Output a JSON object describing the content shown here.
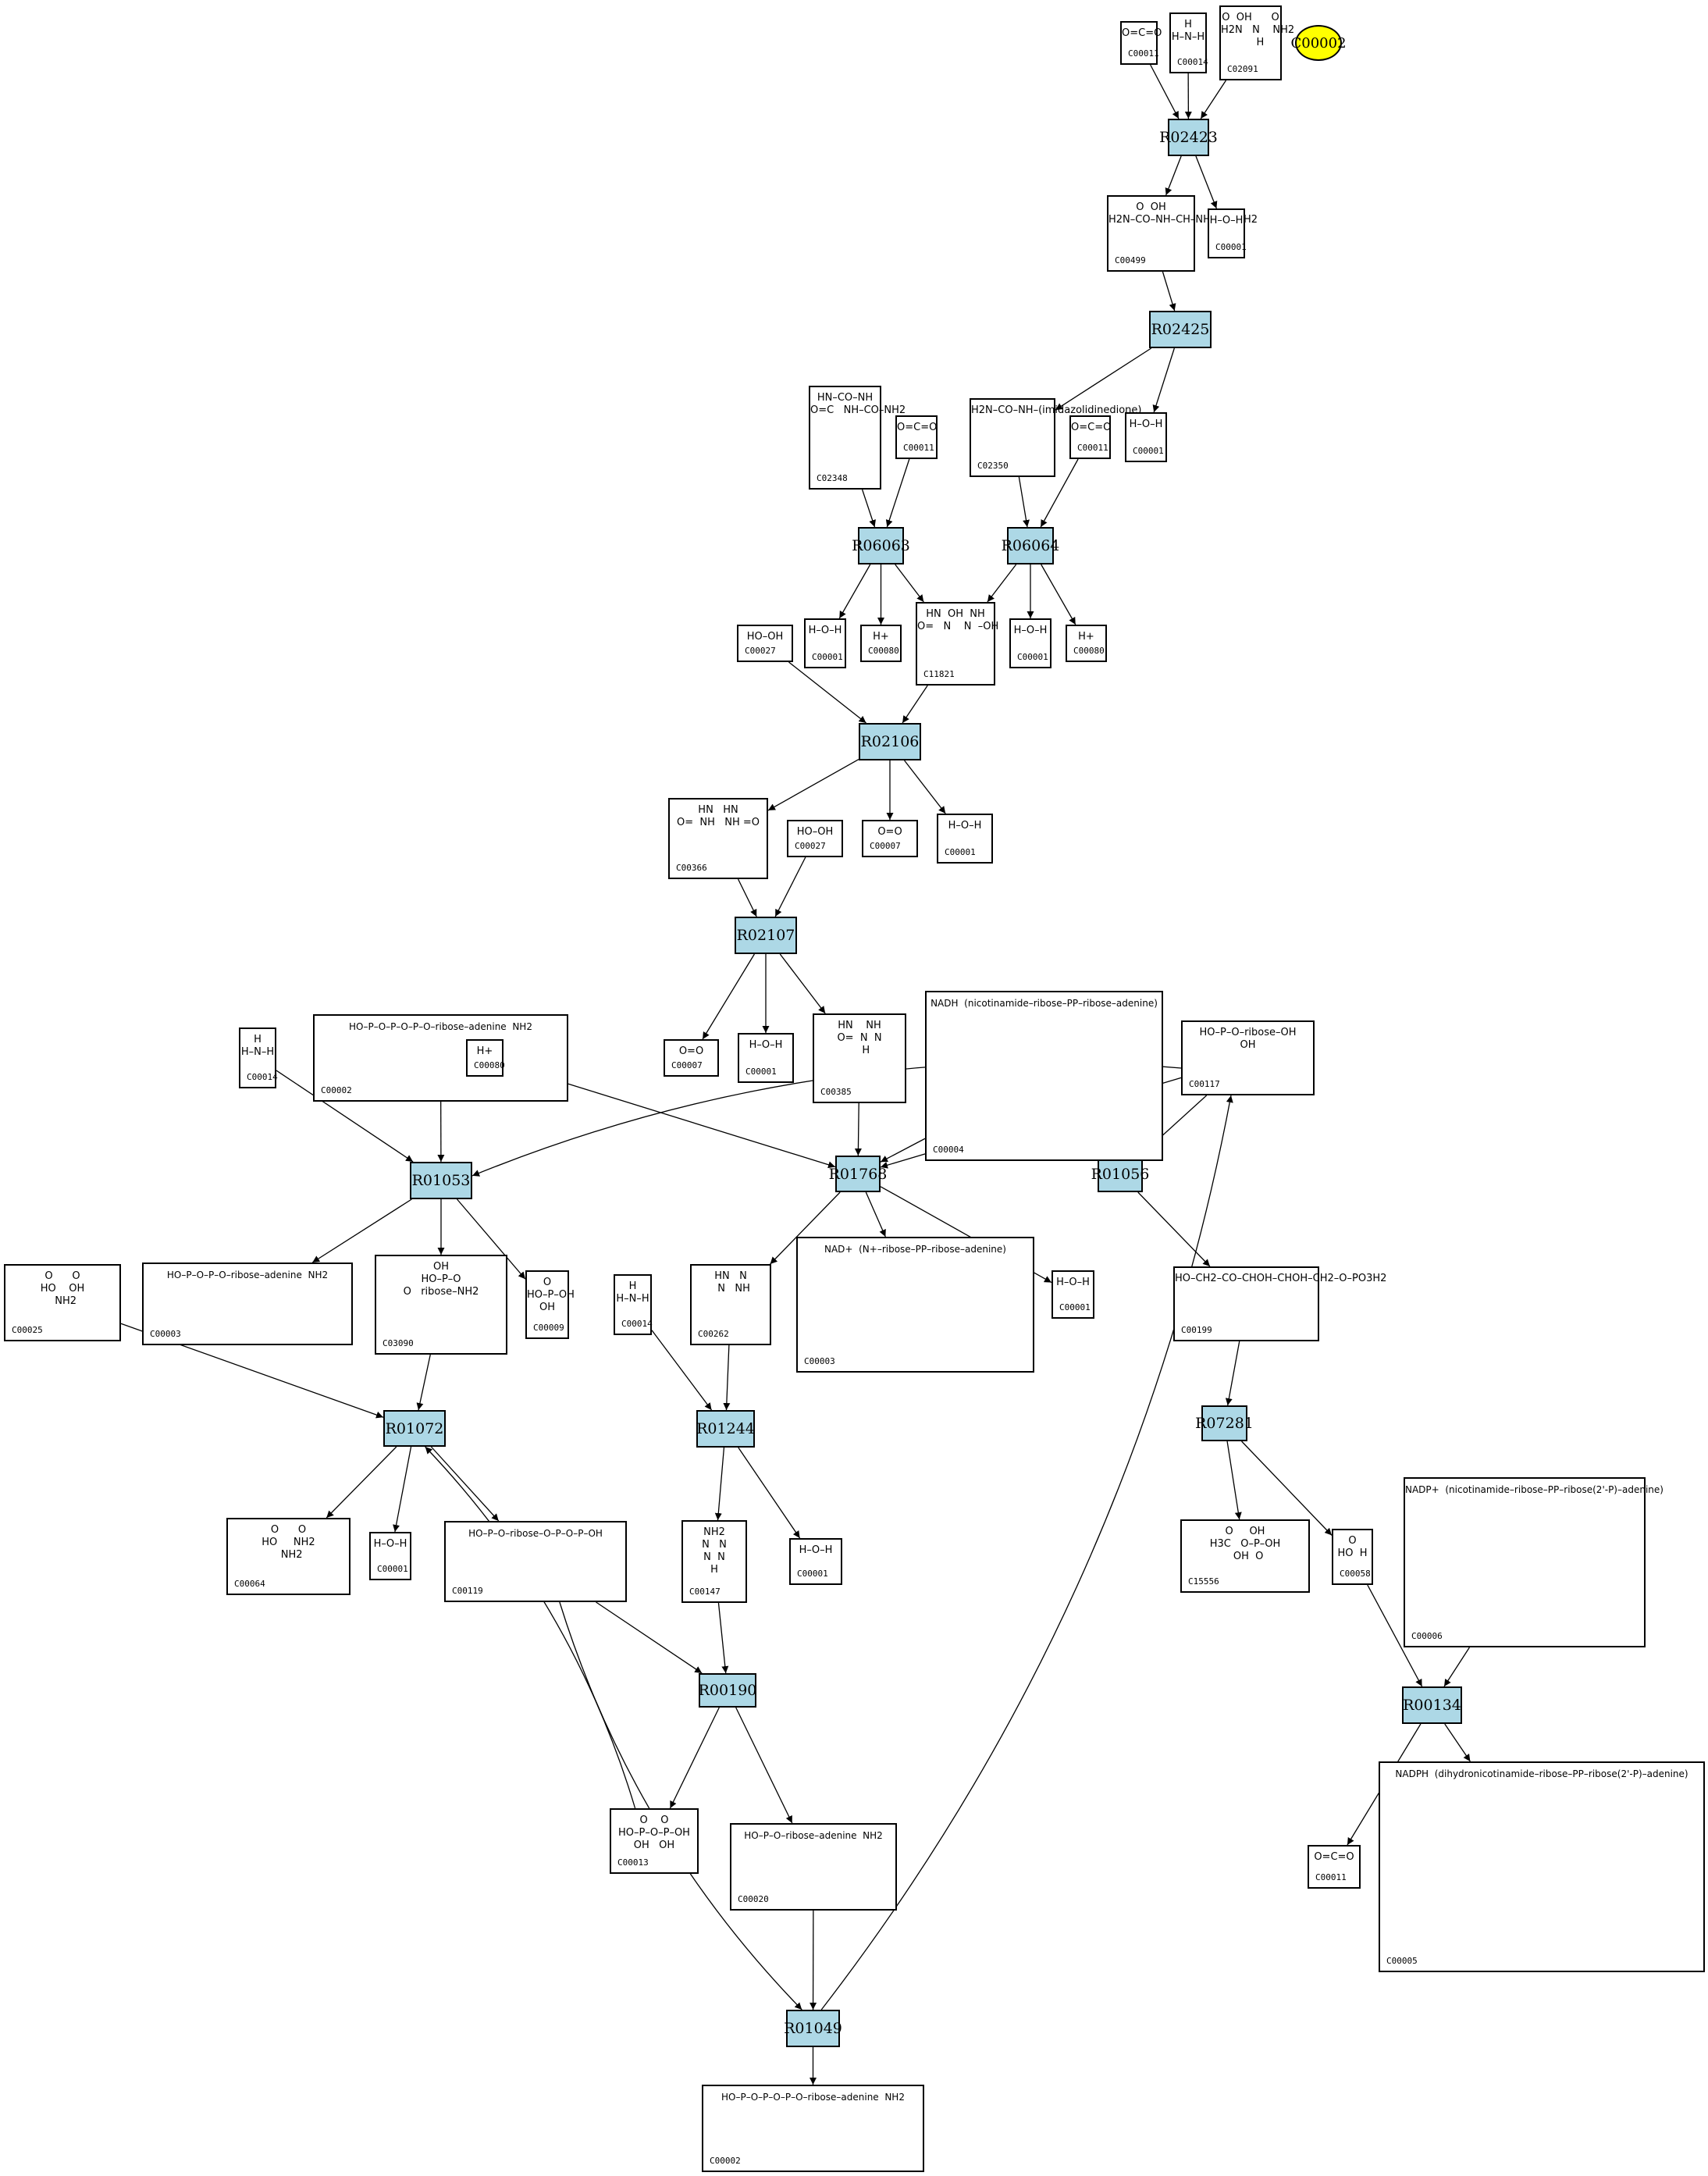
{
  "title": "KEGG pathway graph (purine metabolism fragment)",
  "colors": {
    "reaction_fill": "#add8e6",
    "highlight_fill": "#ffff00",
    "compound_fill": "#ffffff",
    "edge": "#000000"
  },
  "highlight": {
    "id": "hl",
    "label": "C00002"
  },
  "reactions": [
    {
      "id": "R02423",
      "label": "R02423"
    },
    {
      "id": "R02425",
      "label": "R02425"
    },
    {
      "id": "R06063",
      "label": "R06063"
    },
    {
      "id": "R06064",
      "label": "R06064"
    },
    {
      "id": "R02106",
      "label": "R02106"
    },
    {
      "id": "R02107",
      "label": "R02107"
    },
    {
      "id": "R01053",
      "label": "R01053"
    },
    {
      "id": "R01768",
      "label": "R01768"
    },
    {
      "id": "R01056",
      "label": "R01056"
    },
    {
      "id": "R01072",
      "label": "R01072"
    },
    {
      "id": "R01244",
      "label": "R01244"
    },
    {
      "id": "R07281",
      "label": "R07281"
    },
    {
      "id": "R00190",
      "label": "R00190"
    },
    {
      "id": "R00134",
      "label": "R00134"
    },
    {
      "id": "R01049",
      "label": "R01049"
    }
  ],
  "compounds": [
    {
      "id": "c1",
      "label": "C00011",
      "formula": "O=C=O"
    },
    {
      "id": "c2",
      "label": "C00014",
      "formula": "H\nH–N–H"
    },
    {
      "id": "c3",
      "label": "C02091",
      "formula": "O  OH      O\nH2N   N    NH2\n      H"
    },
    {
      "id": "c4",
      "label": "C00499",
      "formula": "O  OH\nH2N–CO–NH–CH–NH–CO–NH2"
    },
    {
      "id": "c5",
      "label": "C00001",
      "formula": "H–O–H"
    },
    {
      "id": "c6",
      "label": "C02350",
      "formula": "H2N–CO–NH–(imidazolidinedione)"
    },
    {
      "id": "c7",
      "label": "C00011",
      "formula": "O=C=O"
    },
    {
      "id": "c8",
      "label": "C00001",
      "formula": "H–O–H"
    },
    {
      "id": "c9",
      "label": "C02348",
      "formula": "HN–CO–NH\nO=C   NH–CO–NH2"
    },
    {
      "id": "c10",
      "label": "C00011",
      "formula": "O=C=O"
    },
    {
      "id": "c11",
      "label": "C00001",
      "formula": "H–O–H"
    },
    {
      "id": "c12",
      "label": "C00080",
      "formula": "H+"
    },
    {
      "id": "c13",
      "label": "C11821",
      "formula": "HN  OH  NH\nO=   N    N  –OH"
    },
    {
      "id": "c14",
      "label": "C00001",
      "formula": "H–O–H"
    },
    {
      "id": "c15",
      "label": "C00080",
      "formula": "H+"
    },
    {
      "id": "c16",
      "label": "C00027",
      "formula": "HO–OH"
    },
    {
      "id": "c17",
      "label": "C00366",
      "formula": "HN   HN\nO=  NH   NH =O"
    },
    {
      "id": "c18",
      "label": "C00027",
      "formula": "HO–OH"
    },
    {
      "id": "c19",
      "label": "C00007",
      "formula": "O=O"
    },
    {
      "id": "c20",
      "label": "C00001",
      "formula": "H–O–H"
    },
    {
      "id": "c21",
      "label": "C00007",
      "formula": "O=O"
    },
    {
      "id": "c22",
      "label": "C00001",
      "formula": "H–O–H"
    },
    {
      "id": "c23",
      "label": "C00385",
      "formula": "HN    NH\nO=  N  N\n    H"
    },
    {
      "id": "c24",
      "label": "C00004",
      "formula": "NADH  (nicotinamide–ribose–PP–ribose–adenine)"
    },
    {
      "id": "c25",
      "label": "C00117",
      "formula": "HO–P–O–ribose–OH\nOH"
    },
    {
      "id": "c26",
      "label": "C00014",
      "formula": "H\nH–N–H"
    },
    {
      "id": "c27",
      "label": "C00002",
      "formula": "HO–P–O–P–O–P–O–ribose–adenine  NH2"
    },
    {
      "id": "c28",
      "label": "C00080",
      "formula": "H+"
    },
    {
      "id": "c29",
      "label": "C00003",
      "formula": "HO–P–O–P–O–ribose–adenine  NH2"
    },
    {
      "id": "c30",
      "label": "C03090",
      "formula": "OH\nHO–P–O\nO   ribose–NH2"
    },
    {
      "id": "c31",
      "label": "C00009",
      "formula": "O\nHO–P–OH\nOH"
    },
    {
      "id": "c32",
      "label": "C00014",
      "formula": "H\nH–N–H"
    },
    {
      "id": "c33",
      "label": "C00262",
      "formula": "HN   N\n  N   NH"
    },
    {
      "id": "c34",
      "label": "C00003",
      "formula": "NAD+  (N+–ribose–PP–ribose–adenine)"
    },
    {
      "id": "c35",
      "label": "C00001",
      "formula": "H–O–H"
    },
    {
      "id": "c36",
      "label": "C00199",
      "formula": "HO–CH2–CO–CHOH–CHOH–CH2–O–PO3H2"
    },
    {
      "id": "c37",
      "label": "C00025",
      "formula": "O      O\nHO    OH\n  NH2"
    },
    {
      "id": "c38",
      "label": "C00064",
      "formula": "O      O\nHO     NH2\n  NH2"
    },
    {
      "id": "c39",
      "label": "C00001",
      "formula": "H–O–H"
    },
    {
      "id": "c40",
      "label": "C00119",
      "formula": "HO–P–O–ribose–O–P–O–P–OH"
    },
    {
      "id": "c41",
      "label": "C00147",
      "formula": "NH2\nN   N\nN  N\nH"
    },
    {
      "id": "c42",
      "label": "C00001",
      "formula": "H–O–H"
    },
    {
      "id": "c43",
      "label": "C15556",
      "formula": "O     OH\nH3C   O–P–OH\n  OH  O"
    },
    {
      "id": "c44",
      "label": "C00058",
      "formula": "O\nHO  H"
    },
    {
      "id": "c45",
      "label": "C00006",
      "formula": "NADP+  (nicotinamide–ribose–PP–ribose(2'-P)–adenine)"
    },
    {
      "id": "c46",
      "label": "C00013",
      "formula": "O    O\nHO–P–O–P–OH\nOH   OH"
    },
    {
      "id": "c47",
      "label": "C00020",
      "formula": "HO–P–O–ribose–adenine  NH2"
    },
    {
      "id": "c48",
      "label": "C00011",
      "formula": "O=C=O"
    },
    {
      "id": "c49",
      "label": "C00005",
      "formula": "NADPH  (dihydronicotinamide–ribose–PP–ribose(2'-P)–adenine)"
    },
    {
      "id": "c50",
      "label": "C00002",
      "formula": "HO–P–O–P–O–P–O–ribose–adenine  NH2"
    }
  ],
  "edges": [
    [
      "c1",
      "R02423"
    ],
    [
      "c2",
      "R02423"
    ],
    [
      "c3",
      "R02423"
    ],
    [
      "R02423",
      "c4"
    ],
    [
      "R02423",
      "c5"
    ],
    [
      "c4",
      "R02425"
    ],
    [
      "R02425",
      "c6"
    ],
    [
      "R02425",
      "c8"
    ],
    [
      "c9",
      "R06063"
    ],
    [
      "c10",
      "R06063"
    ],
    [
      "c6",
      "R06064"
    ],
    [
      "c7",
      "R06064"
    ],
    [
      "R06063",
      "c11"
    ],
    [
      "R06063",
      "c12"
    ],
    [
      "R06063",
      "c13"
    ],
    [
      "R06064",
      "c13"
    ],
    [
      "R06064",
      "c14"
    ],
    [
      "R06064",
      "c15"
    ],
    [
      "c16",
      "R02106"
    ],
    [
      "c13",
      "R02106"
    ],
    [
      "R02106",
      "c17"
    ],
    [
      "R02106",
      "c19"
    ],
    [
      "R02106",
      "c20"
    ],
    [
      "c17",
      "R02107"
    ],
    [
      "c18",
      "R02107"
    ],
    [
      "R02107",
      "c21"
    ],
    [
      "R02107",
      "c22"
    ],
    [
      "R02107",
      "c23"
    ],
    [
      "c26",
      "R01053"
    ],
    [
      "c27",
      "R01053"
    ],
    [
      "c25",
      "R01053"
    ],
    [
      "R01053",
      "c29"
    ],
    [
      "R01053",
      "c30"
    ],
    [
      "R01053",
      "c31"
    ],
    [
      "c28",
      "R01768"
    ],
    [
      "c23",
      "R01768"
    ],
    [
      "c24",
      "R01768"
    ],
    [
      "c25",
      "R01768"
    ],
    [
      "R01768",
      "c33"
    ],
    [
      "R01768",
      "c34"
    ],
    [
      "R01768",
      "c35"
    ],
    [
      "c25",
      "R01056"
    ],
    [
      "R01056",
      "c36"
    ],
    [
      "c37",
      "R01072"
    ],
    [
      "c30",
      "R01072"
    ],
    [
      "c46",
      "R01072"
    ],
    [
      "R01072",
      "c38"
    ],
    [
      "R01072",
      "c39"
    ],
    [
      "R01072",
      "c40"
    ],
    [
      "c32",
      "R01244"
    ],
    [
      "c33",
      "R01244"
    ],
    [
      "R01244",
      "c41"
    ],
    [
      "R01244",
      "c42"
    ],
    [
      "c36",
      "R07281"
    ],
    [
      "R07281",
      "c43"
    ],
    [
      "R07281",
      "c44"
    ],
    [
      "c40",
      "R00190"
    ],
    [
      "c41",
      "R00190"
    ],
    [
      "R00190",
      "c46"
    ],
    [
      "R00190",
      "c47"
    ],
    [
      "c44",
      "R00134"
    ],
    [
      "c45",
      "R00134"
    ],
    [
      "R00134",
      "c48"
    ],
    [
      "R00134",
      "c49"
    ],
    [
      "c47",
      "R01049"
    ],
    [
      "c40",
      "R01049"
    ],
    [
      "R01049",
      "c50"
    ],
    [
      "R01049",
      "c25"
    ]
  ]
}
